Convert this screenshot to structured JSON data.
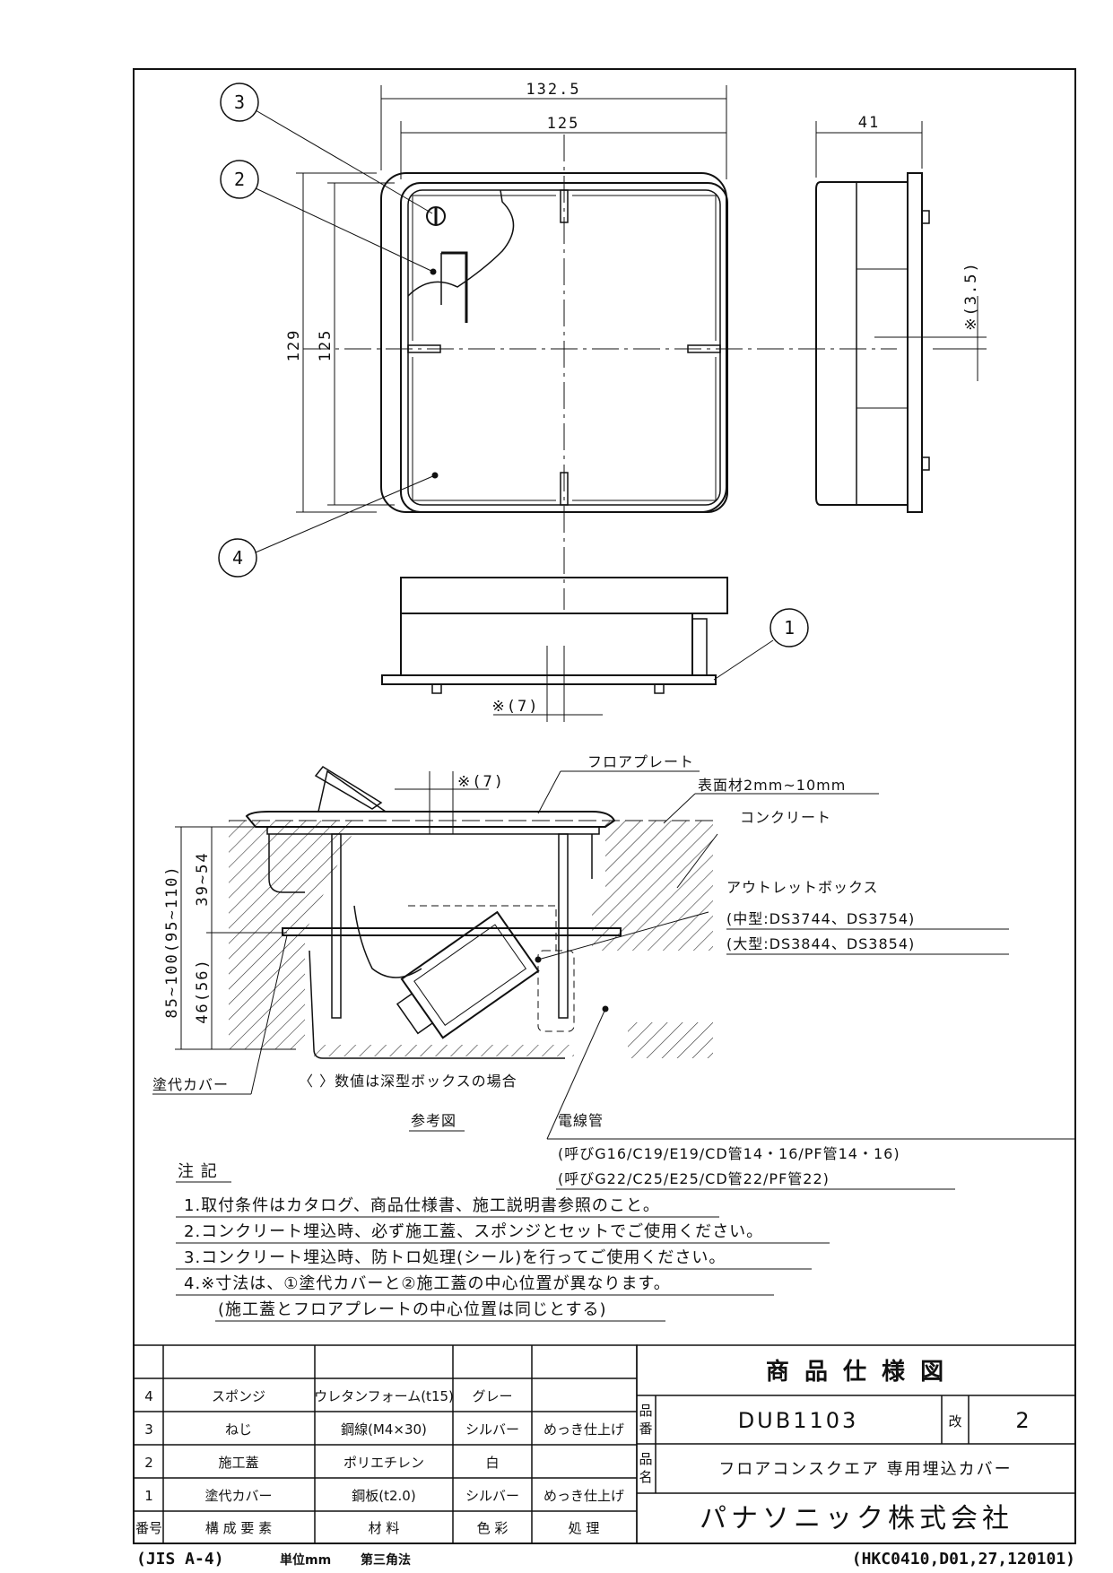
{
  "dimensions": {
    "w_outer": "132.5",
    "w_inner": "125",
    "h_outer": "129",
    "h_inner": "125",
    "depth": "41",
    "offset_side": "※(3.5)",
    "offset_front": "※(7)",
    "offset_section": "※(7)",
    "sec_total": "85~100(95~110)",
    "sec_upper": "39~54",
    "sec_lower": "46(56)"
  },
  "callouts": {
    "c1": "1",
    "c2": "2",
    "c3": "3",
    "c4": "4"
  },
  "section_labels": {
    "floor_plate": "フロアプレート",
    "surface": "表面材2mm~10mm",
    "concrete": "コンクリート",
    "outlet_box": "アウトレットボックス",
    "box_mid": "(中型:DS3744、DS3754)",
    "box_large": "(大型:DS3844、DS3854)",
    "cover": "塗代カバー",
    "deep_note": "〈 〉数値は深型ボックスの場合",
    "reference": "参考図",
    "conduit": "電線管",
    "conduit_1": "(呼びG16/C19/E19/CD管14・16/PF管14・16)",
    "conduit_2": "(呼びG22/C25/E25/CD管22/PF管22)"
  },
  "notes": {
    "heading": "注 記",
    "items": [
      "1.取付条件はカタログ、商品仕様書、施工説明書参照のこと。",
      "2.コンクリート埋込時、必ず施工蓋、スポンジとセットでご使用ください。",
      "3.コンクリート埋込時、防トロ処理(シール)を行ってご使用ください。",
      "4.※寸法は、①塗代カバーと②施工蓋の中心位置が異なります。",
      "(施工蓋とフロアプレートの中心位置は同じとする)"
    ]
  },
  "parts_table": {
    "headers": [
      "番号",
      "構 成 要 素",
      "材 料",
      "色 彩",
      "処 理"
    ],
    "rows": [
      [
        "4",
        "スポンジ",
        "ウレタンフォーム(t15)",
        "グレー",
        ""
      ],
      [
        "3",
        "ねじ",
        "鋼線(M4×30)",
        "シルバー",
        "めっき仕上げ"
      ],
      [
        "2",
        "施工蓋",
        "ポリエチレン",
        "白",
        ""
      ],
      [
        "1",
        "塗代カバー",
        "鋼板(t2.0)",
        "シルバー",
        "めっき仕上げ"
      ]
    ]
  },
  "title_block": {
    "title": "商 品 仕 様 図",
    "label_no_1": "品",
    "label_no_2": "番",
    "product_no": "DUB1103",
    "rev_label": "改",
    "rev": "2",
    "label_name_1": "品",
    "label_name_2": "名",
    "product_name": "フロアコンスクエア 専用埋込カバー",
    "company": "パナソニック株式会社"
  },
  "footer": {
    "standard": "(JIS A-4)",
    "unit": "単位mm",
    "projection": "第三角法",
    "doc_code": "(HKC0410,D01,27,120101)"
  }
}
